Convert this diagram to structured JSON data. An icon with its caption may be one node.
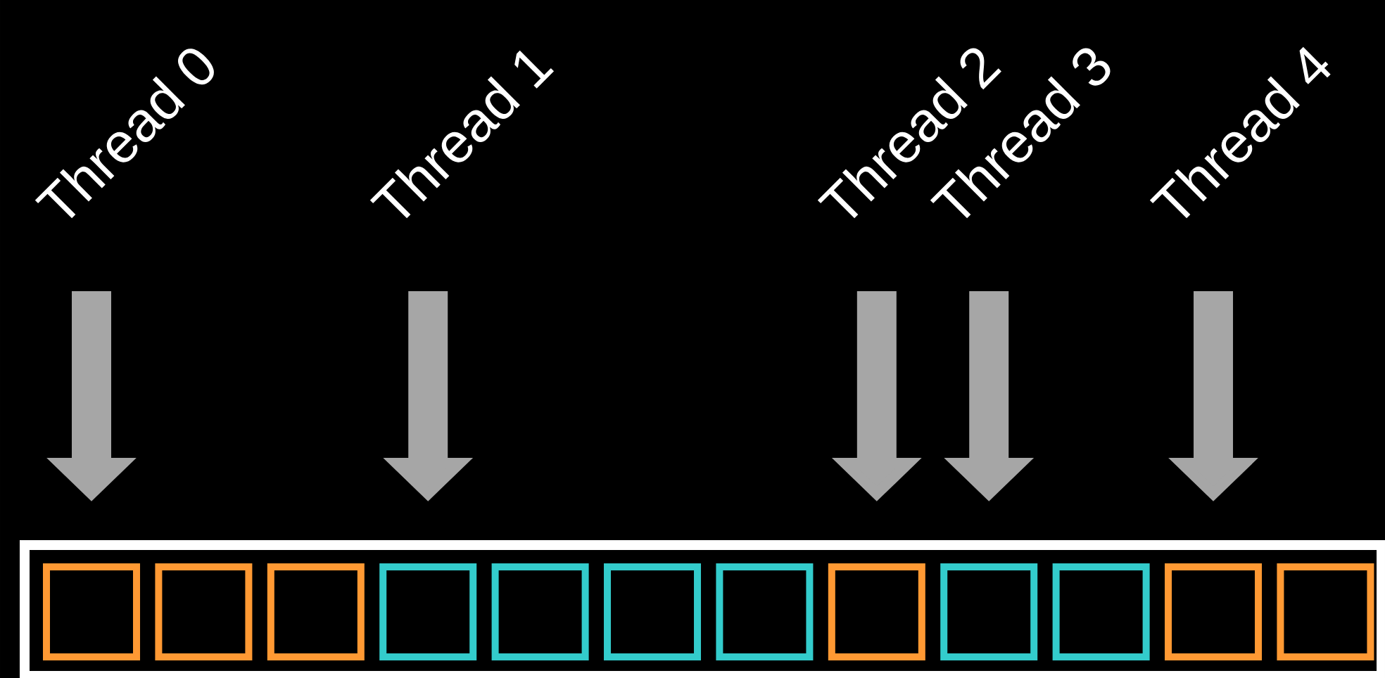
{
  "diagram": {
    "nodes": [
      {
        "text": [
          "Thread 0"
        ]
      },
      {
        "text": [
          "Thread 1"
        ]
      },
      {
        "text": [
          "Thread 2"
        ]
      },
      {
        "text": [
          "Thread 3"
        ]
      },
      {
        "text": [
          "Thread 4"
        ]
      },
      {
        "text": [],
        "shape": "box"
      },
      {
        "text": [],
        "shape": "box",
        "in": 5
      },
      {
        "text": [],
        "shape": "box",
        "in": 5
      },
      {
        "text": [],
        "shape": "box",
        "in": 5
      },
      {
        "text": [],
        "shape": "box",
        "in": 5
      },
      {
        "text": [],
        "shape": "box",
        "in": 5
      },
      {
        "text": [],
        "shape": "box",
        "in": 5
      },
      {
        "text": [],
        "shape": "box",
        "in": 5
      },
      {
        "text": [],
        "shape": "box",
        "in": 5
      },
      {
        "text": [],
        "shape": "box",
        "in": 5
      },
      {
        "text": [],
        "shape": "box",
        "in": 5
      },
      {
        "text": [],
        "shape": "box",
        "in": 5
      },
      {
        "text": [],
        "shape": "box",
        "in": 5
      }
    ],
    "edges": [
      {
        "from": 0,
        "to": 6,
        "arrow": "to"
      },
      {
        "from": 1,
        "to": 9,
        "arrow": "to"
      },
      {
        "from": 2,
        "to": 13,
        "arrow": "to"
      },
      {
        "from": 3,
        "to": 14,
        "arrow": "to"
      },
      {
        "from": 4,
        "to": 16,
        "arrow": "to"
      }
    ]
  }
}
